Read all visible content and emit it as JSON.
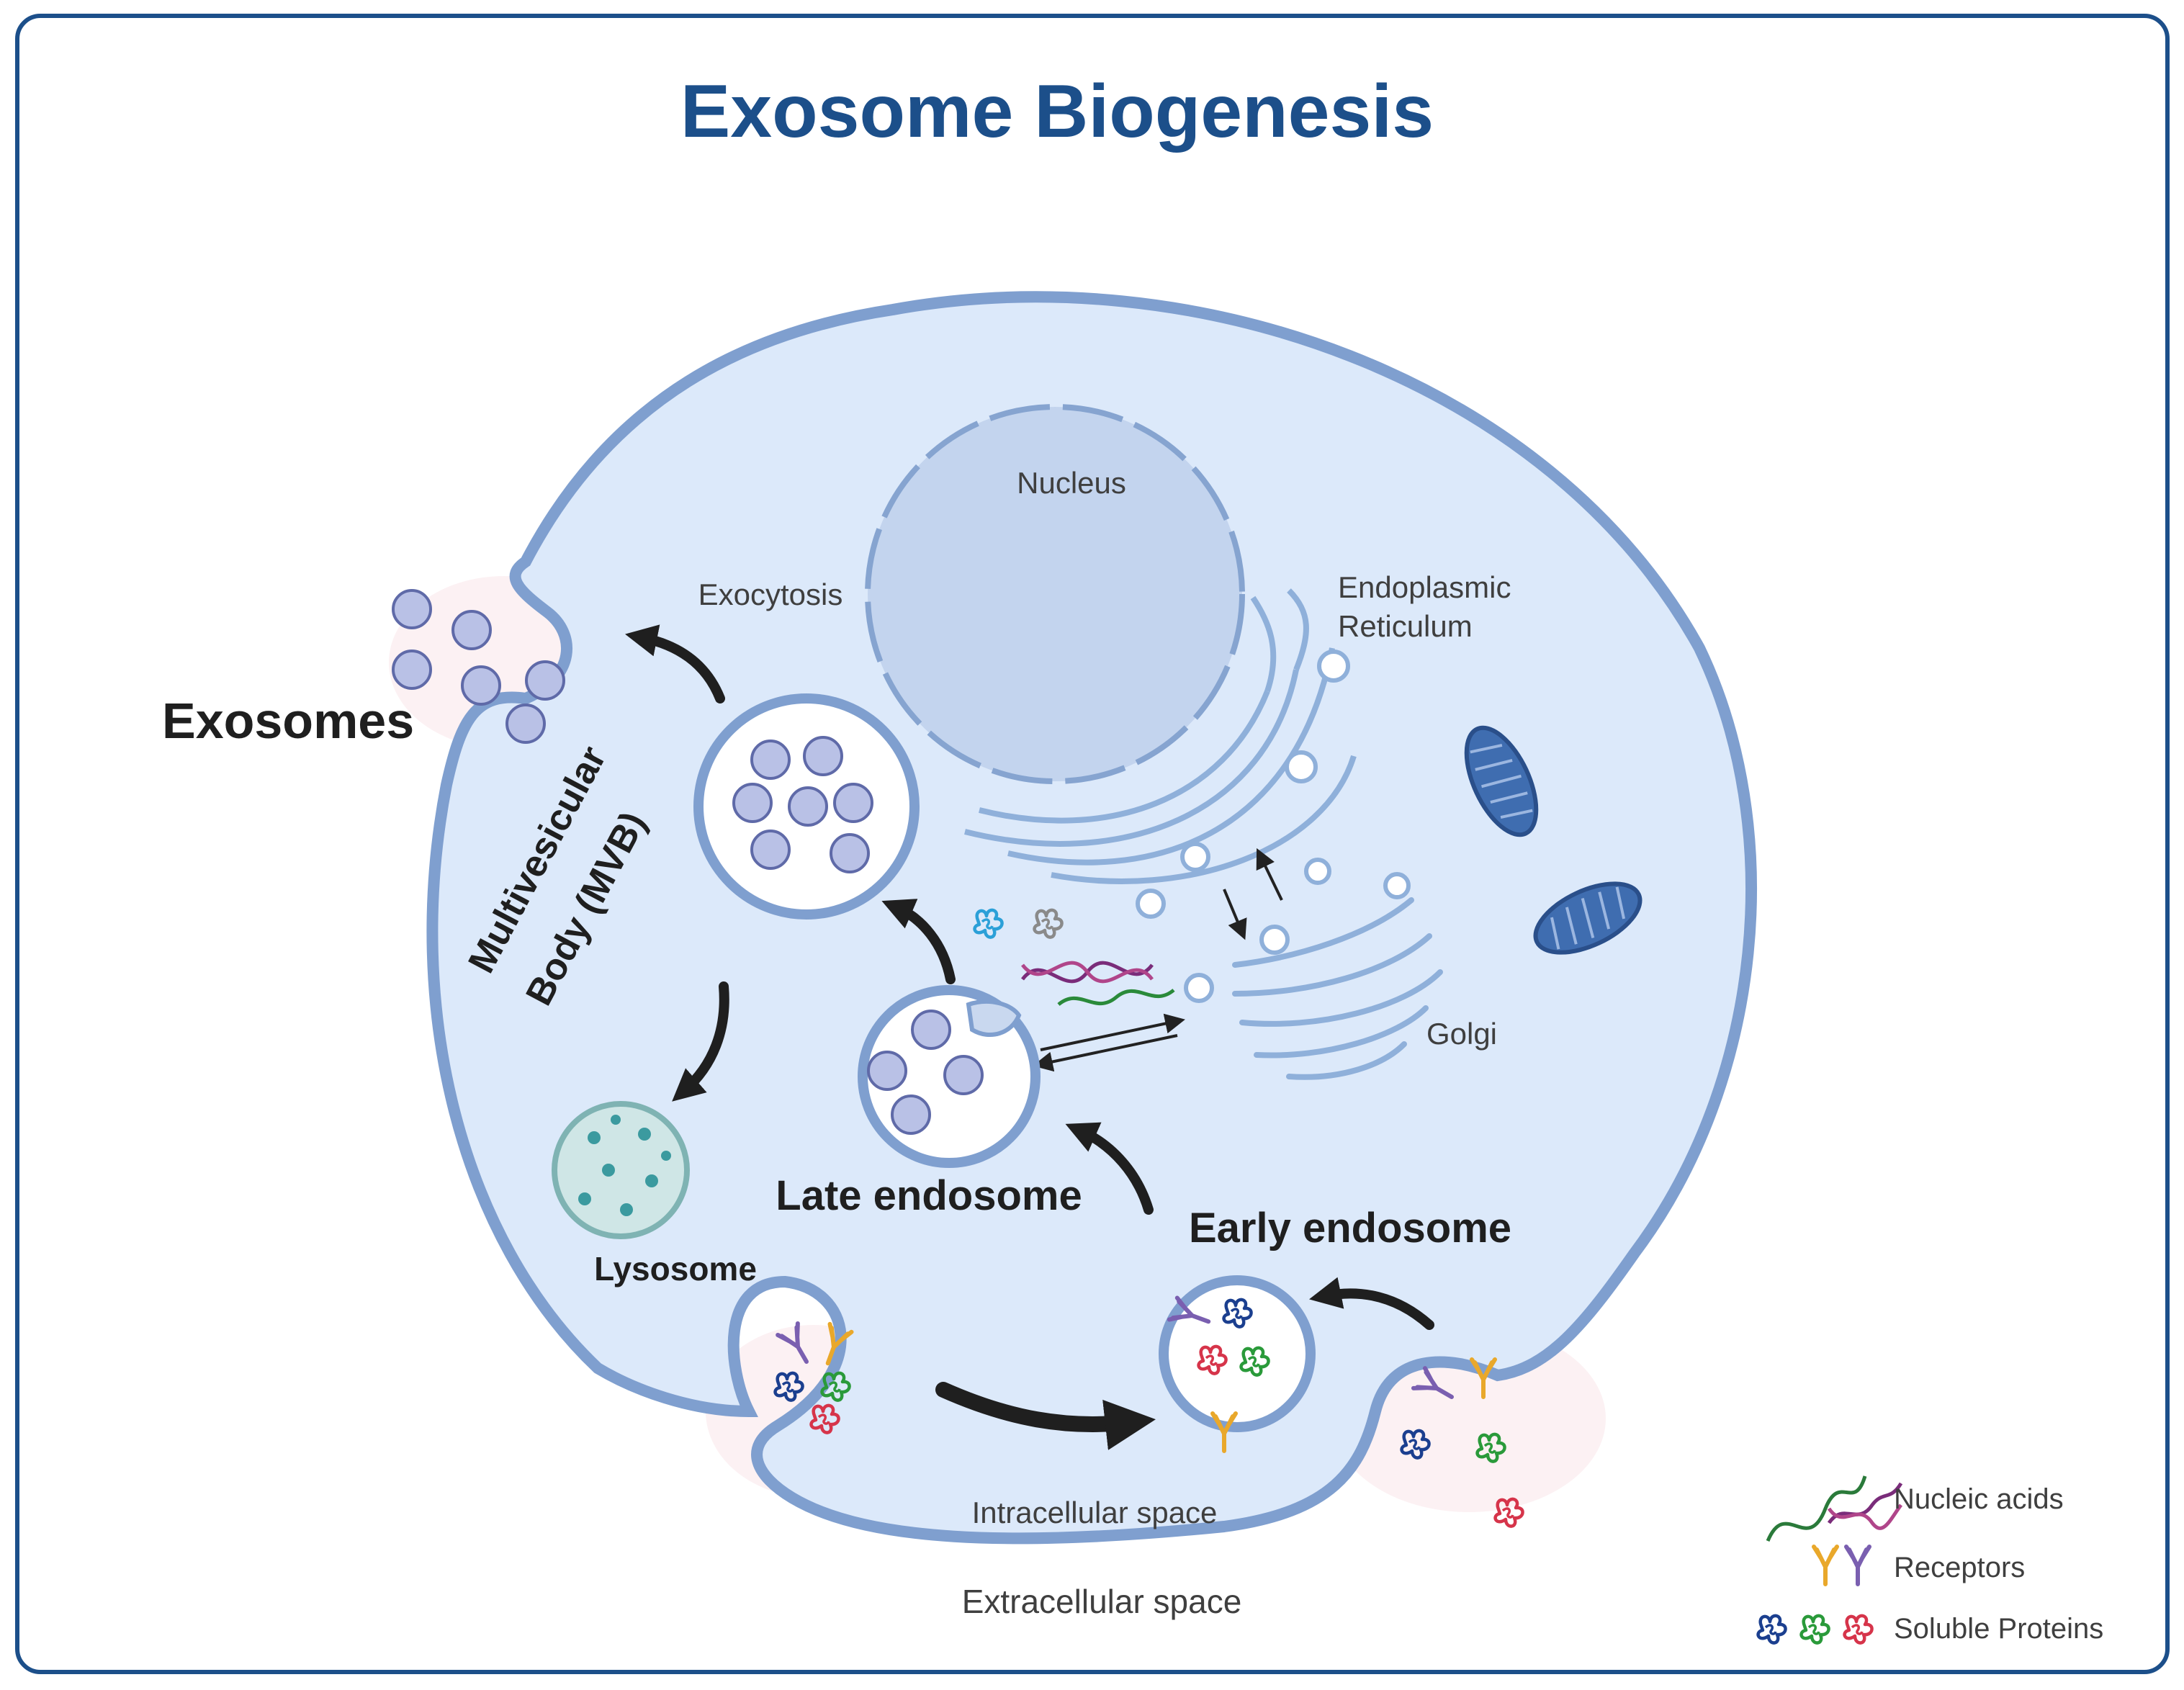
{
  "title": "Exosome Biogenesis",
  "labels": {
    "nucleus": "Nucleus",
    "exocytosis": "Exocytosis",
    "er_line1": "Endoplasmic",
    "er_line2": "Reticulum",
    "exosomes": "Exosomes",
    "mvb_line1": "Multivesicular",
    "mvb_line2": "Body (MVB)",
    "golgi": "Golgi",
    "late_endosome": "Late endosome",
    "early_endosome": "Early endosome",
    "lysosome": "Lysosome",
    "intracellular": "Intracellular space",
    "extracellular": "Extracellular space"
  },
  "legend": {
    "nucleic_acids": "Nucleic acids",
    "receptors": "Receptors",
    "soluble_proteins": "Soluble Proteins"
  },
  "colors": {
    "frame": "#1c4f8a",
    "membrane": "#7f9fcf",
    "cytoplasm": "#dce9fa",
    "nucleus": "#c3d4ee",
    "mitochondria": "#3f6db0",
    "lysosome": "#cfe6e6",
    "protein_blue": "#1b3f8f",
    "protein_green": "#2a9a3a",
    "protein_red": "#d6344a",
    "receptor_yellow": "#e9a82b",
    "receptor_purple": "#7a5fb0"
  },
  "icons": [
    "protein-icon",
    "dna-icon",
    "receptor-icon",
    "arrow-icon",
    "mitochondrion-icon"
  ]
}
